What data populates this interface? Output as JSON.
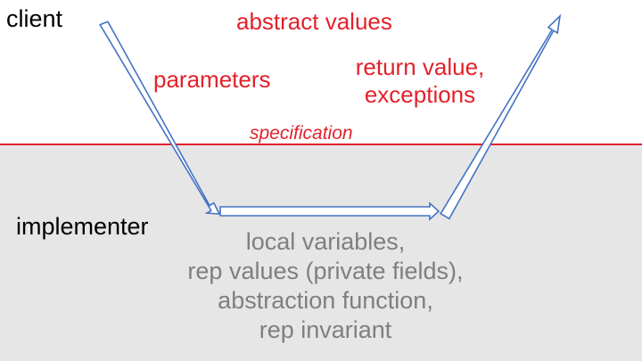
{
  "roles": {
    "client": "client",
    "implementer": "implementer"
  },
  "labels": {
    "abstract_values": "abstract values",
    "parameters": "parameters",
    "return_line1": "return value,",
    "return_line2": "exceptions",
    "specification": "specification"
  },
  "internals": [
    "local variables,",
    "rep values (private fields),",
    "abstraction function,",
    "rep invariant"
  ],
  "colors": {
    "accent_red": "#e3212b",
    "arrow_blue": "#4472c4",
    "region_gray": "#e6e6e6",
    "internal_text": "#7f7f7f"
  }
}
